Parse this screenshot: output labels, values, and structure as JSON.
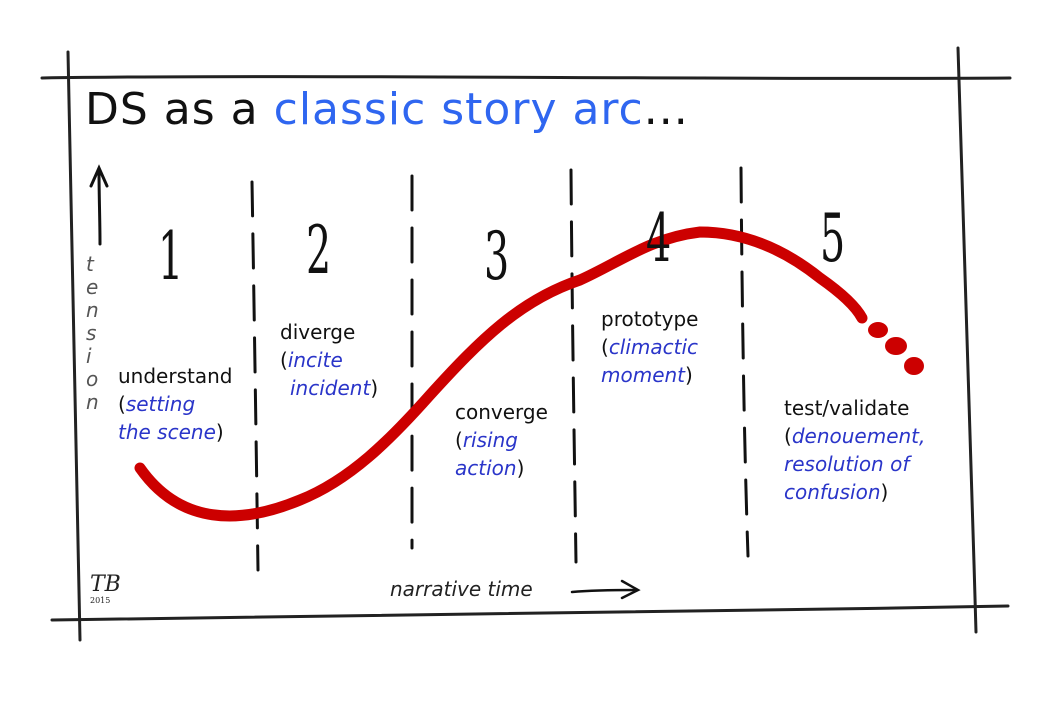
{
  "title": {
    "prefix": "DS as a ",
    "accent": "classic story arc",
    "suffix": "..."
  },
  "y_axis_label": [
    "t",
    "e",
    "n",
    "s",
    "i",
    "o",
    "n"
  ],
  "x_axis_label": "narrative time",
  "phases": [
    {
      "number": "1",
      "name": "understand",
      "open": "(",
      "story_term_1": "setting",
      "story_term_2": "the scene",
      "close": ")"
    },
    {
      "number": "2",
      "name": "diverge",
      "open": "(",
      "story_term_1": "incite",
      "story_term_2": "incident",
      "close": ")"
    },
    {
      "number": "3",
      "name": "converge",
      "open": "(",
      "story_term_1": "rising",
      "story_term_2": "action",
      "close": ")"
    },
    {
      "number": "4",
      "name": "prototype",
      "open": "(",
      "story_term_1": "climactic",
      "story_term_2": "moment",
      "close": ")"
    },
    {
      "number": "5",
      "name": "test/validate",
      "open": "(",
      "story_term_1": "denouement,",
      "story_term_2": "resolution of",
      "story_term_3": "confusion",
      "close": ")"
    }
  ],
  "signature": {
    "initials": "TB",
    "year": "2015"
  },
  "colors": {
    "arc": "#cc0000",
    "accent_title": "#2f66f0",
    "accent_labels": "#2a35c9",
    "frame": "#222222"
  }
}
